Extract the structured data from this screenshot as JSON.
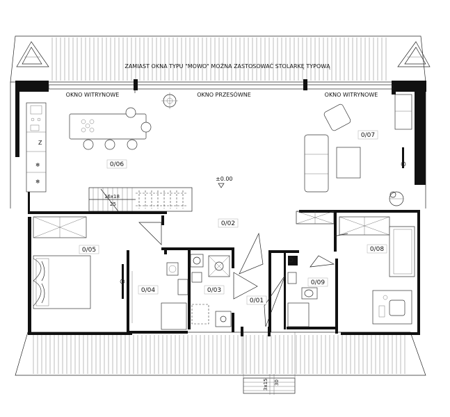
{
  "notes": {
    "top_note": "ZAMIAST OKNA TYPU \"MOWO\" MOŻNA ZASTOSOWAĆ STOLARKĘ TYPOWĄ",
    "window_left": "OKNO WITRYNOWE",
    "window_center": "OKNO PRZESÓWNE",
    "window_right": "OKNO WITRYNOWE",
    "level": "±0.00",
    "stairs_count": "16x18",
    "stairs_depth": "25",
    "steps_dim_a": "3x15",
    "steps_dim_b": "30"
  },
  "rooms": [
    {
      "id": "0/06",
      "label": "0/06"
    },
    {
      "id": "0/07",
      "label": "0/07"
    },
    {
      "id": "0/02",
      "label": "0/02"
    },
    {
      "id": "0/05",
      "label": "0/05"
    },
    {
      "id": "0/04",
      "label": "0/04"
    },
    {
      "id": "0/03",
      "label": "0/03"
    },
    {
      "id": "0/01",
      "label": "0/01"
    },
    {
      "id": "0/09",
      "label": "0/09"
    },
    {
      "id": "0/08",
      "label": "0/08"
    }
  ],
  "kitchen_marks": {
    "oven": "Z",
    "fridge_a": "❄",
    "fridge_b": "❄"
  },
  "colors": {
    "wall": "#111111",
    "line": "#333333",
    "background": "#ffffff"
  }
}
